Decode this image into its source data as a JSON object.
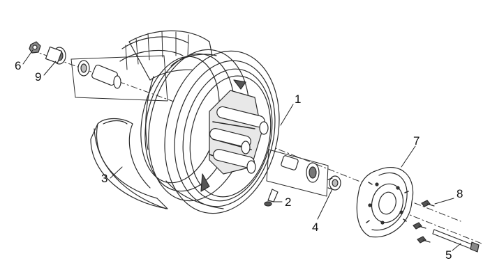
{
  "diagram": {
    "callouts": [
      {
        "id": "1",
        "label": "1"
      },
      {
        "id": "2",
        "label": "2"
      },
      {
        "id": "3",
        "label": "3"
      },
      {
        "id": "4",
        "label": "4"
      },
      {
        "id": "5",
        "label": "5"
      },
      {
        "id": "6",
        "label": "6"
      },
      {
        "id": "7",
        "label": "7"
      },
      {
        "id": "8",
        "label": "8"
      },
      {
        "id": "9",
        "label": "9"
      }
    ],
    "colors": {
      "line": "#2a2a2a",
      "shade": "#bdbdbd",
      "dark": "#555555"
    }
  }
}
